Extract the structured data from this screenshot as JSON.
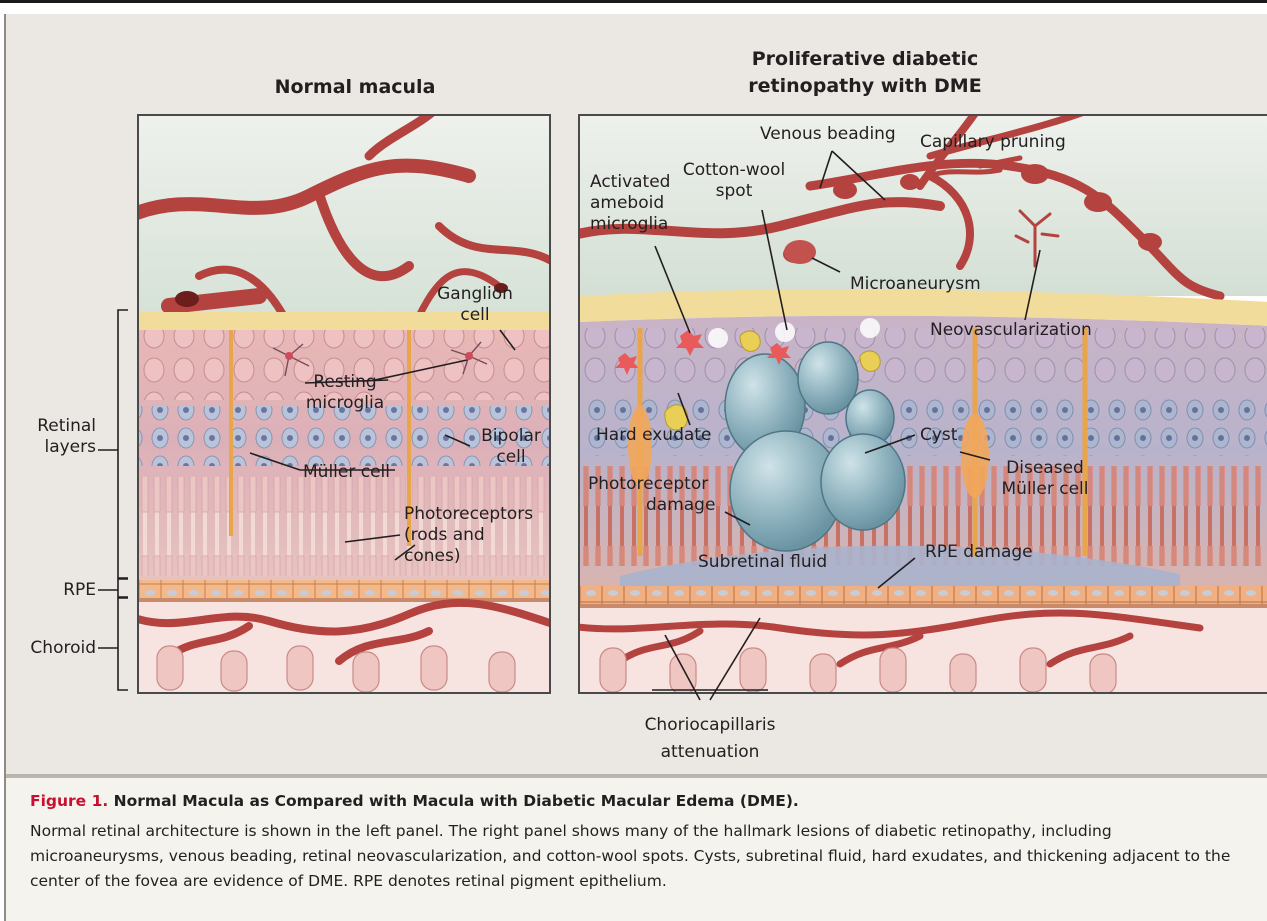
{
  "titles": {
    "left": "Normal macula",
    "right_line1": "Proliferative diabetic",
    "right_line2": "retinopathy with DME"
  },
  "side_labels": {
    "retinal_layers_1": "Retinal",
    "retinal_layers_2": "layers",
    "rpe": "RPE",
    "choroid": "Choroid"
  },
  "left_panel_labels": {
    "ganglion_1": "Ganglion",
    "ganglion_2": "cell",
    "resting_1": "Resting",
    "resting_2": "microglia",
    "bipolar_1": "Bipolar",
    "bipolar_2": "cell",
    "muller": "Müller cell",
    "photo_1": "Photoreceptors",
    "photo_2": "(rods and",
    "photo_3": "cones)"
  },
  "right_panel_labels": {
    "venous_beading": "Venous beading",
    "capillary_pruning": "Capillary pruning",
    "cotton_1": "Cotton-wool",
    "cotton_2": "spot",
    "activated_1": "Activated",
    "activated_2": "ameboid",
    "activated_3": "microglia",
    "microaneurysm": "Microaneurysm",
    "neovascularization": "Neovascularization",
    "hard_exudate": "Hard exudate",
    "cyst": "Cyst",
    "diseased_1": "Diseased",
    "diseased_2": "Müller cell",
    "photo_damage_1": "Photoreceptor",
    "photo_damage_2": "damage",
    "subretinal_fluid": "Subretinal fluid",
    "rpe_damage": "RPE damage"
  },
  "bottom_labels": {
    "chorio_1": "Choriocapillaris",
    "chorio_2": "attenuation"
  },
  "caption": {
    "fig_number": "Figure 1.",
    "title": "Normal Macula as Compared with Macula with Diabetic Macular Edema (DME).",
    "body": "Normal retinal architecture is shown in the left panel. The right panel shows many of the hallmark lesions of diabetic retinopathy, including microaneurysms, venous beading, retinal neovascularization, and cotton-wool spots. Cysts, subretinal fluid, hard exudates, and thickening adjacent to the center of the fovea are evidence of DME. RPE denotes retinal pigment epithelium."
  },
  "colors": {
    "vessel": "#b4433f",
    "vitreous": "#dfe6de",
    "nerve_fiber": "#f2dc9c",
    "retina_pink": "#e6b3b2",
    "bipolar_blue": "#aab6cf",
    "rpe": "#f2b98c",
    "choroid": "#f4d4cf",
    "cyst": "#8fb3bf",
    "exudate": "#e9cf55",
    "fig_red": "#c8102e"
  }
}
